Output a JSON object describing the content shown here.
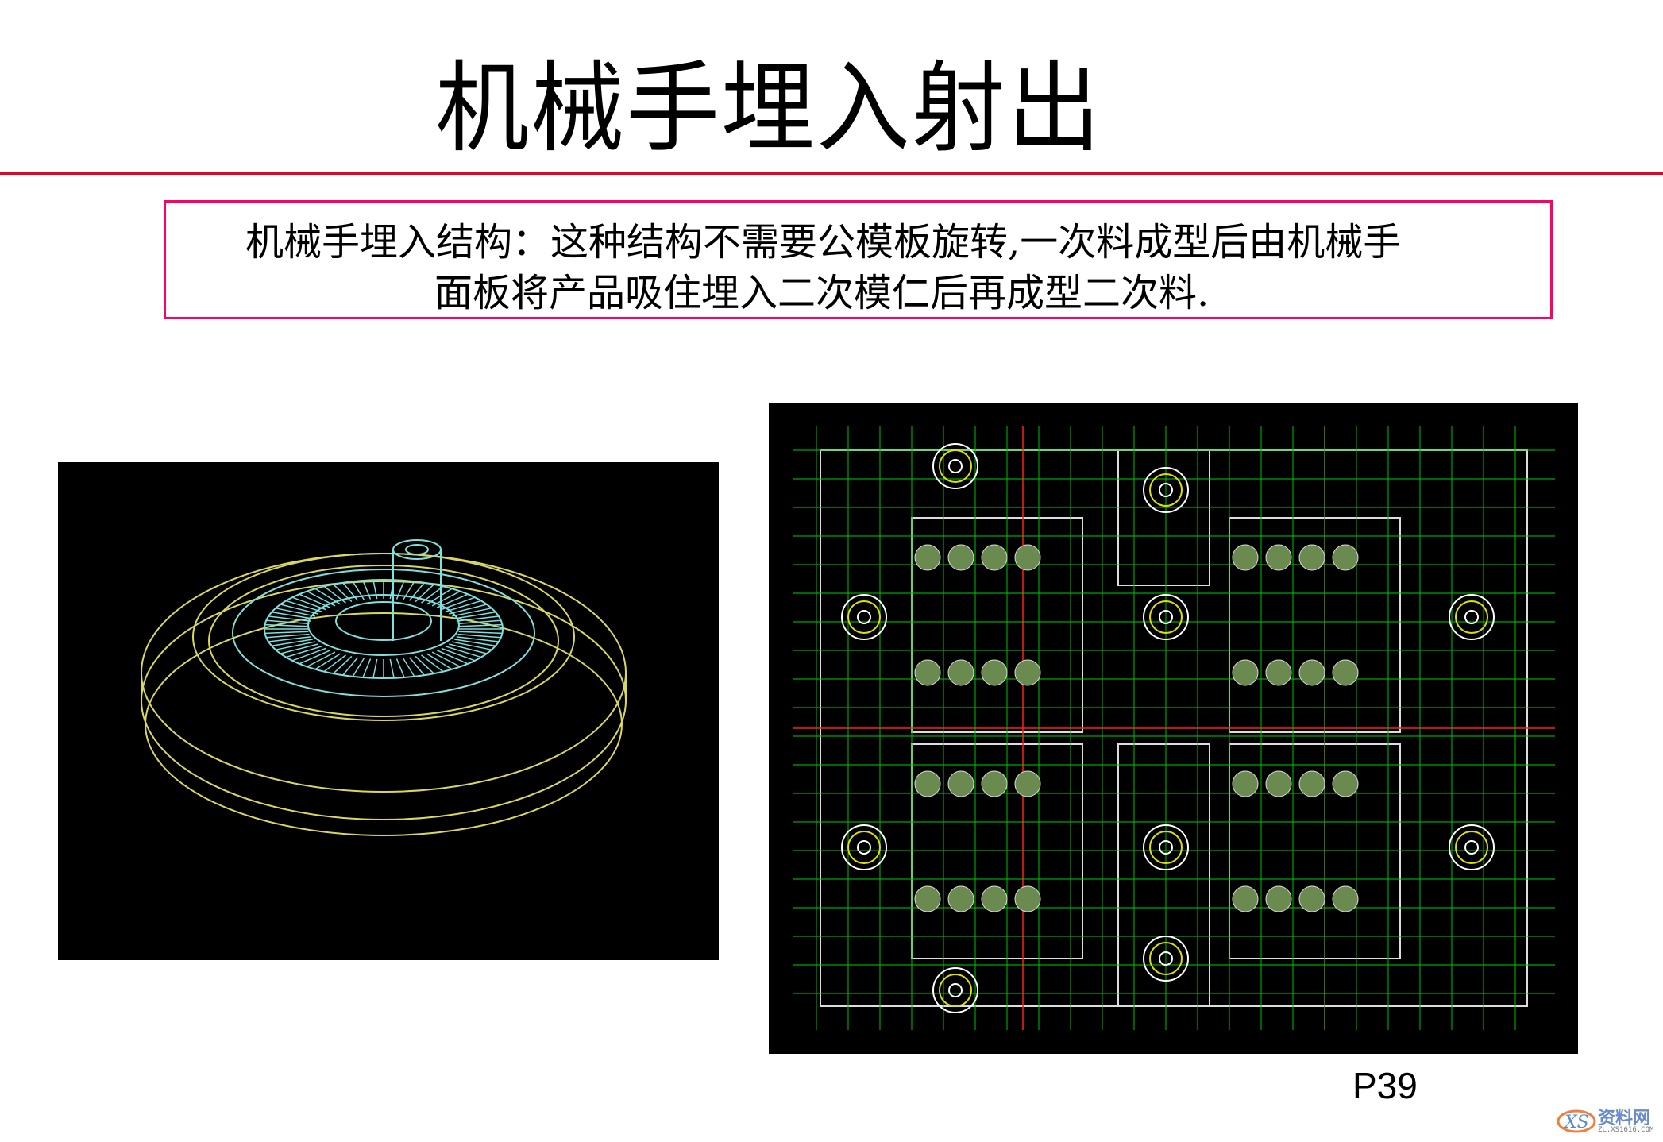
{
  "slide": {
    "title": "机械手埋入射出",
    "description_line1": "机械手埋入结构：这种结构不需要公模板旋转,一次料成型后由机械手",
    "description_line2": "面板将产品吸住埋入二次模仁后再成型二次料.",
    "page_number": "P39",
    "watermark": {
      "brand": "资料网",
      "url": "ZL.XS1616.COM",
      "logo": "XS"
    },
    "colors": {
      "rule": "#e8002a",
      "box_border": "#ff0066",
      "cad_background": "#000000"
    }
  }
}
